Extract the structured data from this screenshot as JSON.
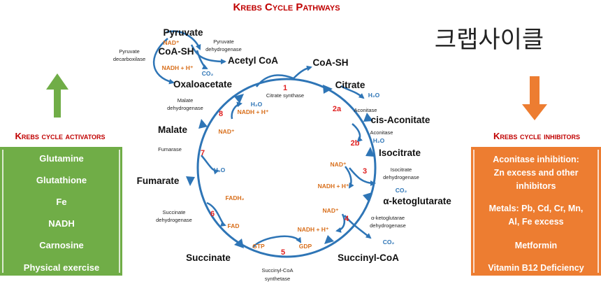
{
  "title": "Krebs Cycle Pathways",
  "korean_title": "크랩사이클",
  "colors": {
    "title_red": "#c00000",
    "cycle_blue": "#2e75b6",
    "step_red": "#e02020",
    "cofactor_orange": "#d86e1a",
    "water_blue": "#2e75b6",
    "green_box": "#70ad47",
    "orange_box": "#ed7d31"
  },
  "metabolites": {
    "pyruvate": "Pyruvate",
    "coash_top": "CoA-SH",
    "acetyl_coa": "Acetyl CoA",
    "coash_right": "CoA-SH",
    "oxaloacetate": "Oxaloacetate",
    "citrate": "Citrate",
    "cis_aconitate": "cis-Aconitate",
    "isocitrate": "Isocitrate",
    "alpha_kg": "α-ketoglutarate",
    "succinyl_coa": "Succinyl-CoA",
    "succinate": "Succinate",
    "fumarate": "Fumarate",
    "malate": "Malate"
  },
  "enzymes": {
    "pyruvate_dehydrogenase": [
      "Pyruvate",
      "dehydrogenase"
    ],
    "pyruvate_decarboxilase": [
      "Pyruvate",
      "decarboxilase"
    ],
    "citrate_synthase": "Citrate synthase",
    "aconitase_a": "Aconitase",
    "aconitase_b": "Aconitase",
    "isocitrate_dehydrogenase": [
      "Isocitrate",
      "dehydrogenase"
    ],
    "akg_dehydrogenase": [
      "α-ketoglutarae",
      "dehydrogenase"
    ],
    "succinyl_coa_synthetase": [
      "Succinyl-CoA",
      "synthetase"
    ],
    "succinate_dehydrogenase": [
      "Succinate",
      "dehydrogenase"
    ],
    "fumarase": "Fumarase",
    "malate_dehydrogenase": [
      "Malate",
      "dehydrogenase"
    ]
  },
  "steps": [
    "1",
    "2a",
    "2b",
    "3",
    "4",
    "5",
    "6",
    "7",
    "8"
  ],
  "cofactors": {
    "nad_top": "NAD⁺",
    "nadh_top": "NADH + H⁺",
    "co2_top": "CO₂",
    "h2o_citrate": "H₂O",
    "h2o_2a": "H₂O",
    "h2o_2b": "H₂O",
    "nad_3": "NAD⁺",
    "nadh_3": "NADH + H⁺",
    "co2_3": "CO₂",
    "nad_4": "NAD⁺",
    "nadh_4": "NADH + H⁺",
    "co2_4": "CO₂",
    "gtp": "GTP",
    "gdp": "GDP",
    "fadh2": "FADH₂",
    "fad": "FAD",
    "h2o_7": "H₂O",
    "nad_8": "NAD⁺",
    "nadh_8": "NADH + H⁺"
  },
  "activators": {
    "heading": "Krebs cycle activators",
    "items": [
      "Glutamine",
      "Glutathione",
      "Fe",
      "NADH",
      "Carnosine",
      "Physical exercise"
    ]
  },
  "inhibitors": {
    "heading": "Krebs cycle inhibitors",
    "items": [
      [
        "Aconitase inhibition:",
        "Zn excess and other",
        "inhibitors"
      ],
      [
        "Metals:  Pb, Cd, Cr, Mn,",
        "Al, Fe excess"
      ],
      [
        "Metformin"
      ],
      [
        "Vitamin B12 Deficiency"
      ]
    ]
  }
}
